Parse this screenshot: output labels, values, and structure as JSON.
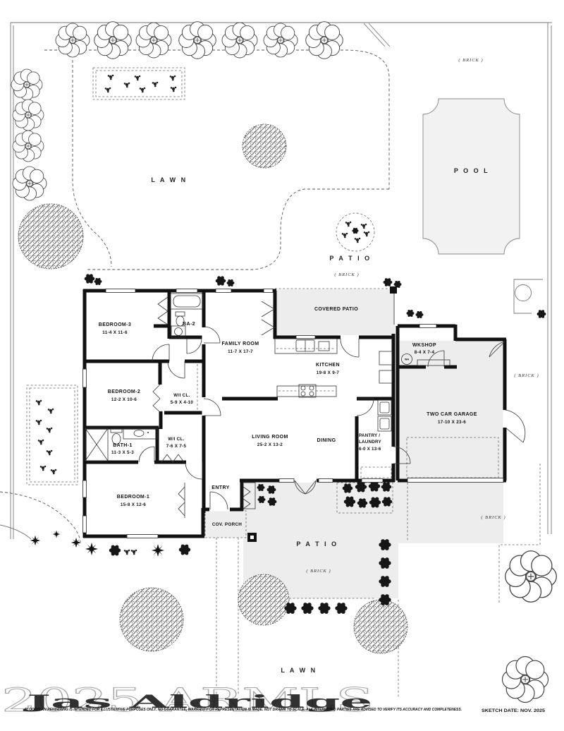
{
  "plan": {
    "rooms": {
      "bedroom3": {
        "name": "BEDROOM-3",
        "dims": "11-4  X  11-6"
      },
      "ba2": {
        "name": "BA-2"
      },
      "family": {
        "name": "FAMILY ROOM",
        "dims": "11-7  X  17-7"
      },
      "bedroom2": {
        "name": "BEDROOM-2",
        "dims": "12-2  X  10-6"
      },
      "wicl_small": {
        "name": "W/I  CL.",
        "dims": "5-9 X 4-10"
      },
      "kitchen": {
        "name": "KITCHEN",
        "dims": "19-8 X 9-7"
      },
      "living": {
        "name": "LIVING ROOM",
        "dims": "25-2  X  13-2"
      },
      "dining": {
        "name": "DINING"
      },
      "pantry": {
        "name_line1": "PANTRY /",
        "name_line2": "LAUNDRY",
        "dims": "6-0 X 13-6"
      },
      "bath1": {
        "name": "BATH-1",
        "dims": "11-3 X 5-3"
      },
      "wicl_large": {
        "name": "W/I  CL.",
        "dims": "7-6 X 7-5"
      },
      "bedroom1": {
        "name": "BEDROOM-1",
        "dims": "15-8  X  12-6"
      },
      "entry": {
        "name": "ENTRY"
      },
      "cov_porch": {
        "name": "COV. PORCH"
      },
      "covered_patio": {
        "name": "COVERED PATIO"
      },
      "wkshop": {
        "name": "WKSHOP",
        "dims": "8-4 X 7-4"
      },
      "garage": {
        "name": "TWO CAR GARAGE",
        "dims": "17-10  X  23-6"
      }
    },
    "fixtures": {
      "water_heater": "WH"
    }
  },
  "site": {
    "lawn_top": "L A W N",
    "lawn_bottom": "L A W N",
    "patio_top": "P A T I O",
    "patio_top_material": "( BRICK )",
    "patio_bottom": "P A T I O",
    "patio_bottom_material": "( BRICK )",
    "pool": "P O O L",
    "pool_area_material": "( BRICK )",
    "side_material": "( BRICK )",
    "driveway_material": "( BRICK )"
  },
  "footer": {
    "watermark_year": "2025 ARMLS",
    "watermark_name": "Jas Aldridge",
    "disclaimer": "FLOORPLAN RENDERING IS INTENDED FOR ILLUSTRATIVE PURPOSES ONLY.  NO GUARANTEE, WARRANTY OR REPRESENTATION IS MADE.  NOT DRAWN TO SCALE.  ALL INTERESTED PARTIES ARE ADVISED TO VERIFY ITS ACCURACY AND COMPLETENESS.",
    "sketch_date": "SKETCH DATE:  NOV. 2025"
  }
}
